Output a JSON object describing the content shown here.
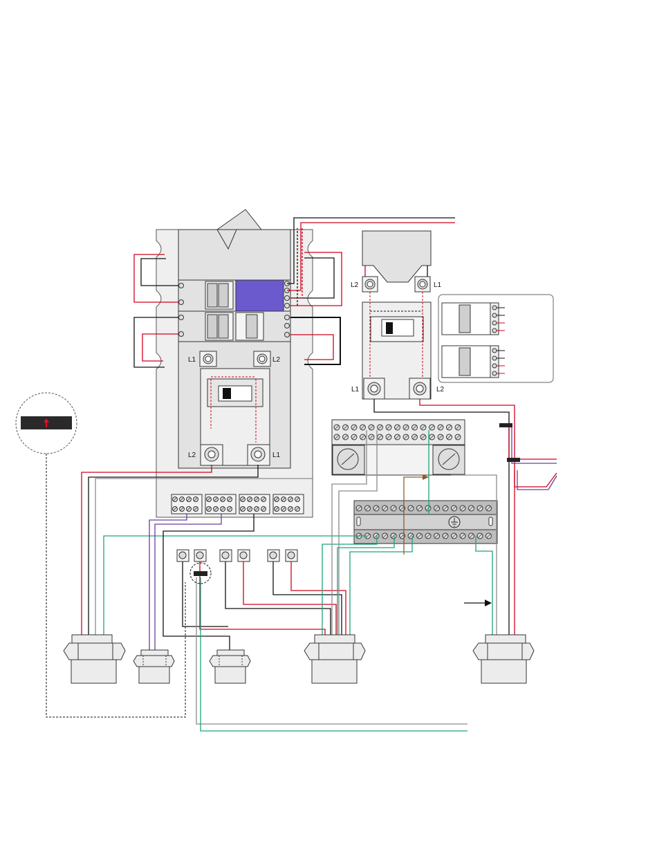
{
  "main_panel": {
    "lugs": [
      {
        "label": "L1"
      },
      {
        "label": "L2"
      },
      {
        "label": "L2"
      },
      {
        "label": "L1"
      }
    ]
  },
  "sub_panel": {
    "lugs": [
      {
        "label": "L2"
      },
      {
        "label": "L1"
      },
      {
        "label": "L1"
      },
      {
        "label": "L2"
      }
    ]
  },
  "colors": {
    "red": "#d0021b",
    "black": "#111111",
    "green": "#1aa37a",
    "purple": "#6a3d9a",
    "gray": "#8a8a8a",
    "brown": "#8b5a2b",
    "blue_module": "#6a5acd",
    "panel_fill": "#e6e6e6",
    "indicator": "#e0102a"
  },
  "icons": {
    "callout": "warning-indicator-icon",
    "ground": "ground-symbol-icon",
    "arrow": "arrow-right-icon"
  }
}
